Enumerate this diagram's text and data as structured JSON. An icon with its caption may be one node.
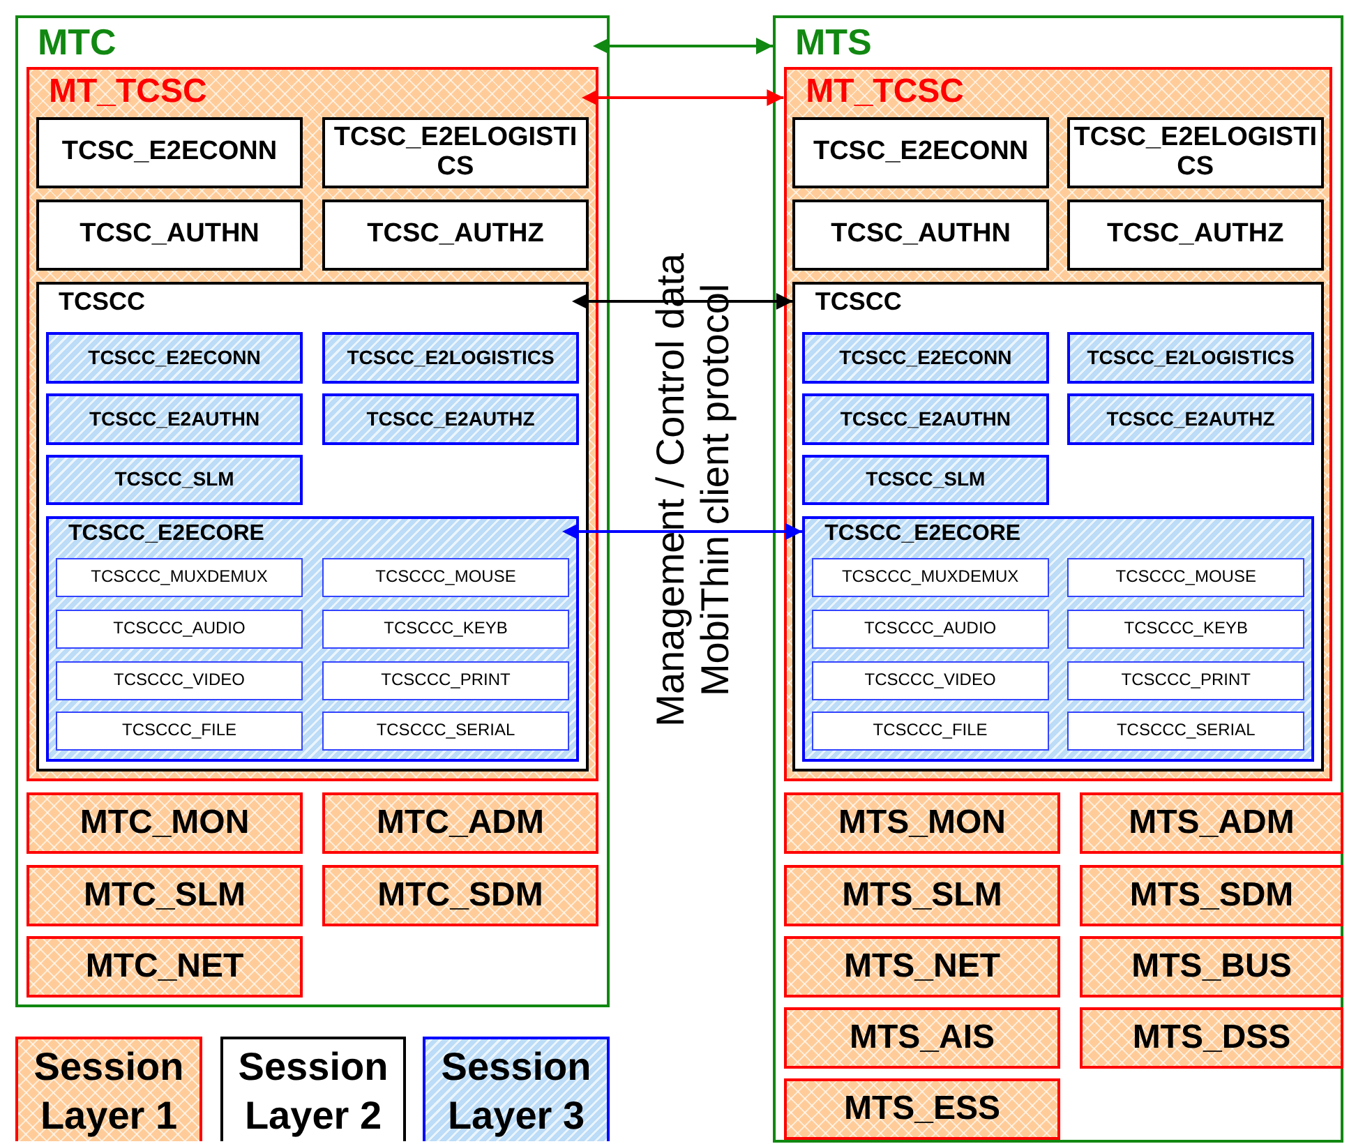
{
  "diagram": {
    "nodes": [
      {
        "text": [
          "MTC"
        ]
      },
      {
        "text": [
          "MT_TCSC"
        ],
        "in": 0
      },
      {
        "text": [
          "TCSC_E2ECONN"
        ],
        "in": 1
      },
      {
        "text": [
          "TCSC_E2ELOGISTICS"
        ],
        "in": 1
      },
      {
        "text": [
          "TCSC_AUTHN"
        ],
        "in": 1
      },
      {
        "text": [
          "TCSC_AUTHZ"
        ],
        "in": 1
      },
      {
        "text": [
          "TCSCC"
        ],
        "in": 1
      },
      {
        "text": [
          "TCSCC_E2ECONN"
        ],
        "in": 6
      },
      {
        "text": [
          "TCSCC_E2LOGISTICS"
        ],
        "in": 6
      },
      {
        "text": [
          "TCSCC_E2AUTHN"
        ],
        "in": 6
      },
      {
        "text": [
          "TCSCC_E2AUTHZ"
        ],
        "in": 6
      },
      {
        "text": [
          "TCSCC_SLM"
        ],
        "in": 6
      },
      {
        "text": [
          "TCSCC_E2ECORE"
        ],
        "in": 6
      },
      {
        "text": [
          "TCSCCC_MUXDEMUX"
        ],
        "in": 12
      },
      {
        "text": [
          "TCSCCC_MOUSE"
        ],
        "in": 12
      },
      {
        "text": [
          "TCSCCC_AUDIO"
        ],
        "in": 12
      },
      {
        "text": [
          "TCSCCC_KEYB"
        ],
        "in": 12
      },
      {
        "text": [
          "TCSCCC_VIDEO"
        ],
        "in": 12
      },
      {
        "text": [
          "TCSCCC_PRINT"
        ],
        "in": 12
      },
      {
        "text": [
          "TCSCCC_FILE"
        ],
        "in": 12
      },
      {
        "text": [
          "TCSCCC_SERIAL"
        ],
        "in": 12
      },
      {
        "text": [
          "MTC_MON"
        ],
        "in": 0
      },
      {
        "text": [
          "MTC_ADM"
        ],
        "in": 0
      },
      {
        "text": [
          "MTC_SLM"
        ],
        "in": 0
      },
      {
        "text": [
          "MTC_SDM"
        ],
        "in": 0
      },
      {
        "text": [
          "MTC_NET"
        ],
        "in": 0
      },
      {
        "text": [
          "MTS"
        ]
      },
      {
        "text": [
          "MT_TCSC"
        ],
        "in": 26
      },
      {
        "text": [
          "TCSC_E2ECONN"
        ],
        "in": 27
      },
      {
        "text": [
          "TCSC_E2ELOGISTICS"
        ],
        "in": 27
      },
      {
        "text": [
          "TCSC_AUTHN"
        ],
        "in": 27
      },
      {
        "text": [
          "TCSC_AUTHZ"
        ],
        "in": 27
      },
      {
        "text": [
          "TCSCC"
        ],
        "in": 27
      },
      {
        "text": [
          "TCSCC_E2ECONN"
        ],
        "in": 32
      },
      {
        "text": [
          "TCSCC_E2LOGISTICS"
        ],
        "in": 32
      },
      {
        "text": [
          "TCSCC_E2AUTHN"
        ],
        "in": 32
      },
      {
        "text": [
          "TCSCC_E2AUTHZ"
        ],
        "in": 32
      },
      {
        "text": [
          "TCSCC_SLM"
        ],
        "in": 32
      },
      {
        "text": [
          "TCSCC_E2ECORE"
        ],
        "in": 32
      },
      {
        "text": [
          "TCSCCC_MUXDEMUX"
        ],
        "in": 38
      },
      {
        "text": [
          "TCSCCC_MOUSE"
        ],
        "in": 38
      },
      {
        "text": [
          "TCSCCC_AUDIO"
        ],
        "in": 38
      },
      {
        "text": [
          "TCSCCC_KEYB"
        ],
        "in": 38
      },
      {
        "text": [
          "TCSCCC_VIDEO"
        ],
        "in": 38
      },
      {
        "text": [
          "TCSCCC_PRINT"
        ],
        "in": 38
      },
      {
        "text": [
          "TCSCCC_FILE"
        ],
        "in": 38
      },
      {
        "text": [
          "TCSCCC_SERIAL"
        ],
        "in": 38
      },
      {
        "text": [
          "MTS_MON"
        ],
        "in": 26
      },
      {
        "text": [
          "MTS_ADM"
        ],
        "in": 26
      },
      {
        "text": [
          "MTS_SLM"
        ],
        "in": 26
      },
      {
        "text": [
          "MTS_SDM"
        ],
        "in": 26
      },
      {
        "text": [
          "MTS_NET"
        ],
        "in": 26
      },
      {
        "text": [
          "MTS_BUS"
        ],
        "in": 26
      },
      {
        "text": [
          "MTS_AIS"
        ],
        "in": 26
      },
      {
        "text": [
          "MTS_DSS"
        ],
        "in": 26
      },
      {
        "text": [
          "MTS_ESS"
        ],
        "in": 26
      }
    ],
    "edges": [
      {
        "from": 0,
        "to": 26,
        "arrow": "both",
        "color": "#118811"
      },
      {
        "from": 1,
        "to": 27,
        "arrow": "both",
        "color": "#ff0000"
      },
      {
        "from": 6,
        "to": 32,
        "arrow": "both",
        "color": "#000000"
      },
      {
        "from": 12,
        "to": 38,
        "arrow": "both",
        "color": "#0000ff"
      }
    ],
    "labels": [
      "Management / Control data MobiThin client protocol"
    ],
    "legend": [
      {
        "text": "Session Layer 1",
        "color": "#ffcc99"
      },
      {
        "text": "Session Layer 2",
        "color": "#ffffff"
      },
      {
        "text": "Session Layer 3",
        "color": "#bcdcf7"
      }
    ]
  }
}
